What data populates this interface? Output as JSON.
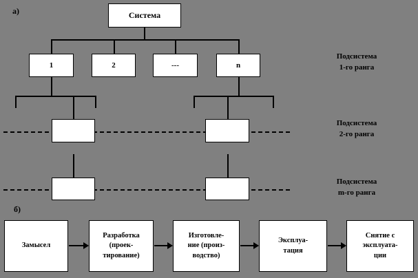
{
  "diagram": {
    "background_color": "#808080",
    "line_color": "#000000",
    "box_fill_color": "#ffffff",
    "part_a": {
      "label": "а)",
      "root": {
        "label": "Система"
      },
      "rank1_nodes": [
        {
          "label": "1"
        },
        {
          "label": "2"
        },
        {
          "label": "---"
        },
        {
          "label": "n"
        }
      ],
      "rank2_nodes": [
        {
          "label": ""
        },
        {
          "label": ""
        }
      ],
      "rank3_nodes": [
        {
          "label": ""
        },
        {
          "label": ""
        }
      ],
      "rank_labels": [
        {
          "line1": "Подсистема",
          "line2": "1-го ранга"
        },
        {
          "line1": "Подсистема",
          "line2": "2-го ранга"
        },
        {
          "line1": "Подсистема",
          "line2": "m-го ранга"
        }
      ]
    },
    "part_b": {
      "label": "б)",
      "stages": [
        {
          "label": "Замысел"
        },
        {
          "label": "Разработка\n(проек-\nтирование)"
        },
        {
          "label": "Изготовле-\nние (произ-\nводство)"
        },
        {
          "label": "Эксплуа-\nтация"
        },
        {
          "label": "Снятие с\nэксплуата-\nции"
        }
      ]
    }
  }
}
